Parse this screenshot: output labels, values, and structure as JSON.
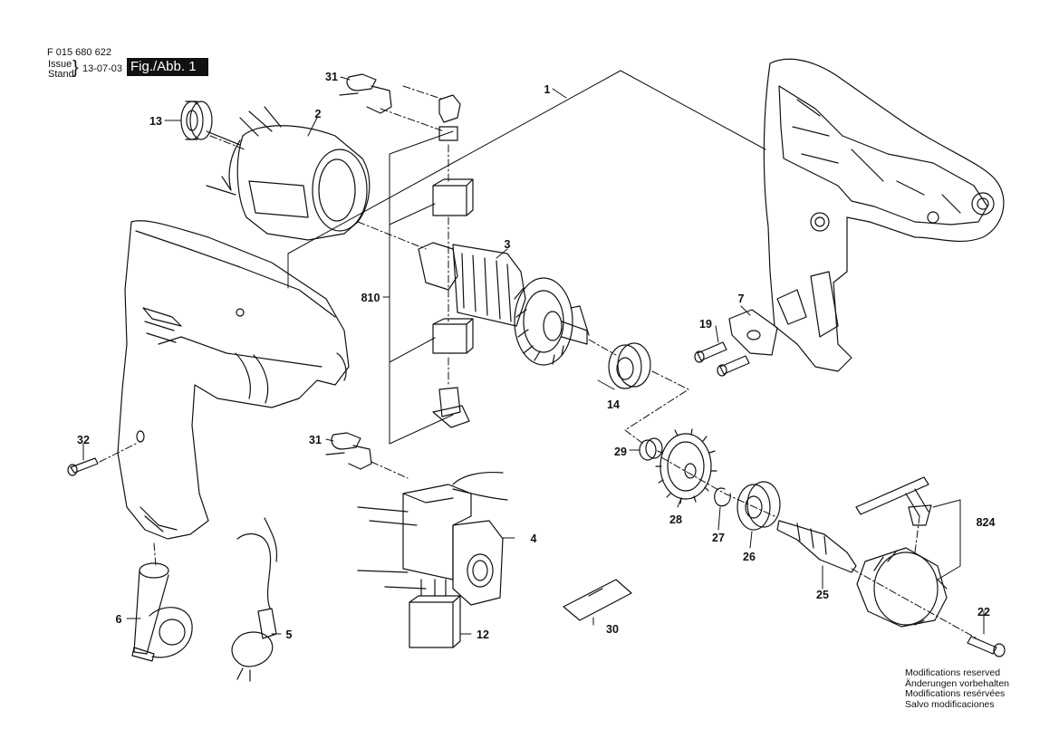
{
  "header": {
    "part_number": "F 015 680 622",
    "issue_label": "Issue",
    "stand_label": "Stand",
    "date": "13-07-03",
    "figure": "Fig./Abb. 1"
  },
  "callouts": [
    "1",
    "2",
    "3",
    "4",
    "5",
    "6",
    "7",
    "12",
    "13",
    "14",
    "19",
    "22",
    "25",
    "26",
    "27",
    "28",
    "29",
    "30",
    "31",
    "31",
    "32",
    "810",
    "824"
  ],
  "notes": [
    "Modifications reserved",
    "Änderungen vorbehalten",
    "Modifications resérvées",
    "Salvo modificaciones"
  ]
}
